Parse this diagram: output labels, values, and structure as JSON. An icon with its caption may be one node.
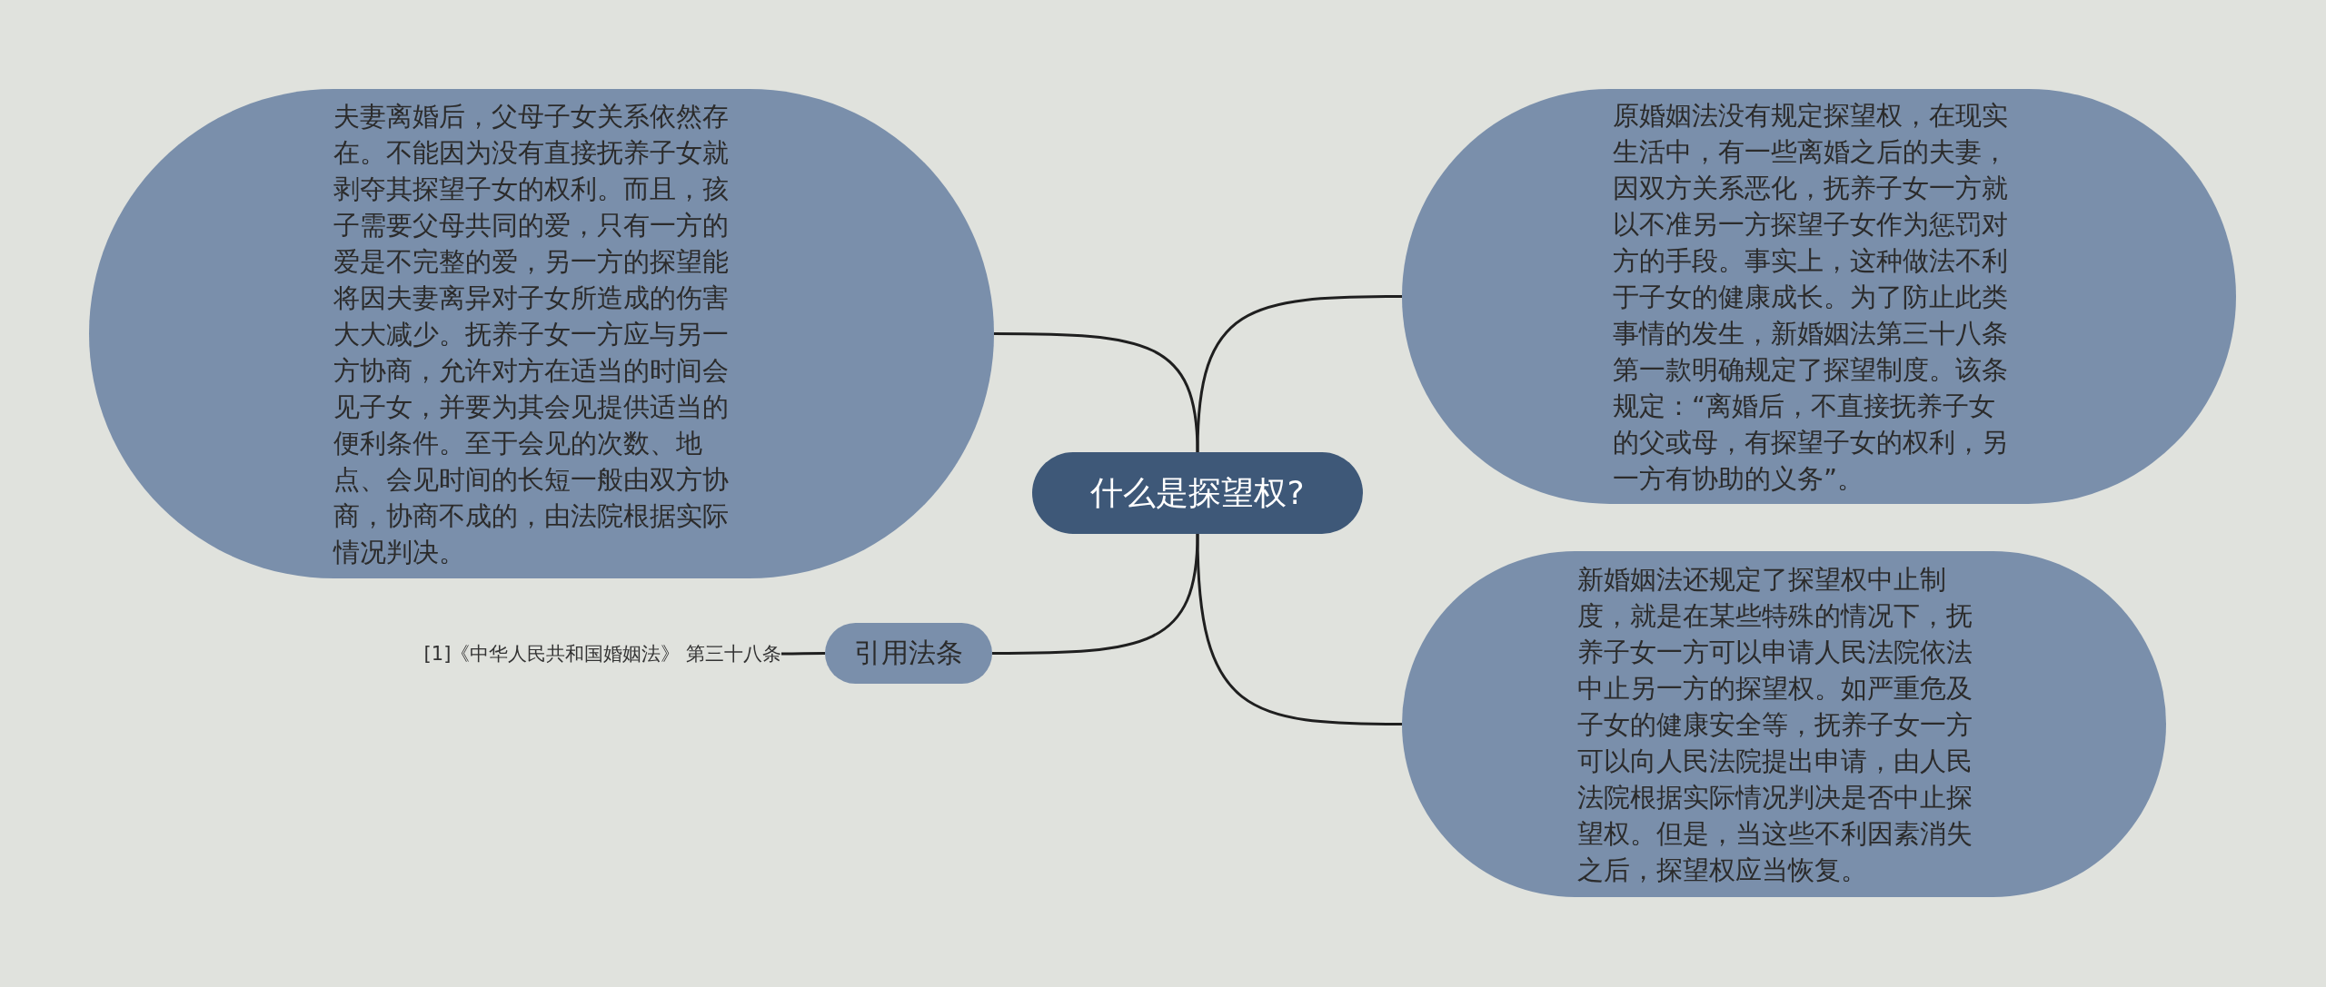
{
  "diagram": {
    "nodes": [
      {
        "text": [
          "什么是探望权?"
        ]
      },
      {
        "text": [
          "夫妻离婚后，父母子女关系依然存在。不能因为没有直接抚养子女就剥夺其探望子女的权利。而且，孩子需要父母共同的爱，只有一方的爱是不完整的爱，另一方的探望能将因夫妻离异对子女所造成的伤害大大减少。抚养子女一方应与另一方协商，允许对方在适当的时间会见子女，并要为其会见提供适当的便利条件。至于会见的次数、地点、会见时间的长短一般由双方协商，协商不成的，由法院根据实际情况判决。"
        ]
      },
      {
        "text": [
          "原婚姻法没有规定探望权，在现实生活中，有一些离婚之后的夫妻，因双方关系恶化，抚养子女一方就以不准另一方探望子女作为惩罚对方的手段。事实上，这种做法不利于子女的健康成长。为了防止此类事情的发生，新婚姻法第三十八条第一款明确规定了探望制度。该条规定：“离婚后，不直接抚养子女的父或母，有探望子女的权利，另一方有协助的义务”。"
        ]
      },
      {
        "text": [
          "新婚姻法还规定了探望权中止制度，就是在某些特殊的情况下，抚养子女一方可以申请人民法院依法中止另一方的探望权。如严重危及子女的健康安全等，抚养子女一方可以向人民法院提出申请，由人民法院根据实际情况判决是否中止探望权。但是，当这些不利因素消失之后，探望权应当恢复。"
        ]
      },
      {
        "text": [
          "引用法条"
        ]
      },
      {
        "text": [
          "[1]《中华人民共和国婚姻法》 第三十八条"
        ]
      }
    ],
    "edges": [
      {
        "from": 0,
        "to": 1,
        "arrow": "none"
      },
      {
        "from": 0,
        "to": 2,
        "arrow": "none"
      },
      {
        "from": 0,
        "to": 3,
        "arrow": "none"
      },
      {
        "from": 0,
        "to": 4,
        "arrow": "none"
      },
      {
        "from": 4,
        "to": 5,
        "arrow": "none"
      }
    ]
  }
}
